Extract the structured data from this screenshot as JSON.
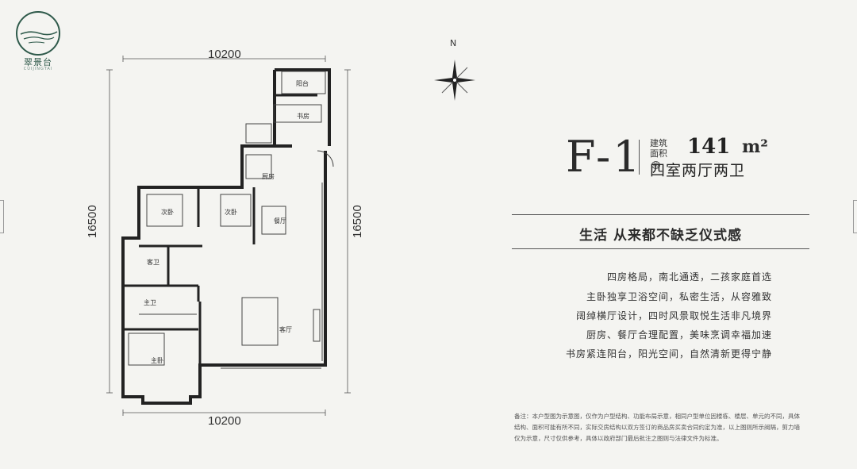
{
  "logo": {
    "name": "翠景台",
    "sub": "CUIJINGTAI"
  },
  "compass": {
    "north_label": "N"
  },
  "dimensions": {
    "top": "10200",
    "bottom": "10200",
    "left": "16500",
    "right": "16500"
  },
  "rooms": {
    "balcony": "阳台",
    "study": "书房",
    "kitchen": "厨房",
    "bedroom2a": "次卧",
    "bedroom2b": "次卧",
    "dining": "餐厅",
    "guest_bath": "客卫",
    "master_bath": "主卫",
    "living": "客厅",
    "master_bed": "主卧"
  },
  "unit": {
    "code": "F-1",
    "area_caption_1": "建筑",
    "area_caption_2": "面积",
    "area_note": "约",
    "area_value": "141",
    "area_unit": "m²",
    "layout": "四室两厅两卫"
  },
  "slogan": "生活  从来都不缺乏仪式感",
  "features": [
    "四房格局，南北通透，二孩家庭首选",
    "主卧独享卫浴空间，私密生活，从容雅致",
    "阔绰横厅设计，四时风景取悦生活非凡境界",
    "厨房、餐厅合理配置，美味烹调幸福加速",
    "书房紧连阳台，阳光空间，自然清新更得宁静"
  ],
  "note": [
    "备注：本户型图为示意图，仅作为户型结构、功能布局示意，相同户型单位因楼栋、楼层、单元的不同，具体",
    "结构、面积可能有所不同，实际交房结构以双方签订的商品房买卖合同约定为准，以上图则所示阀隔，剪力墙",
    "仅为示意，尺寸仅供参考，具体以政府部门最后批注之图则与法律文件为标准。"
  ]
}
